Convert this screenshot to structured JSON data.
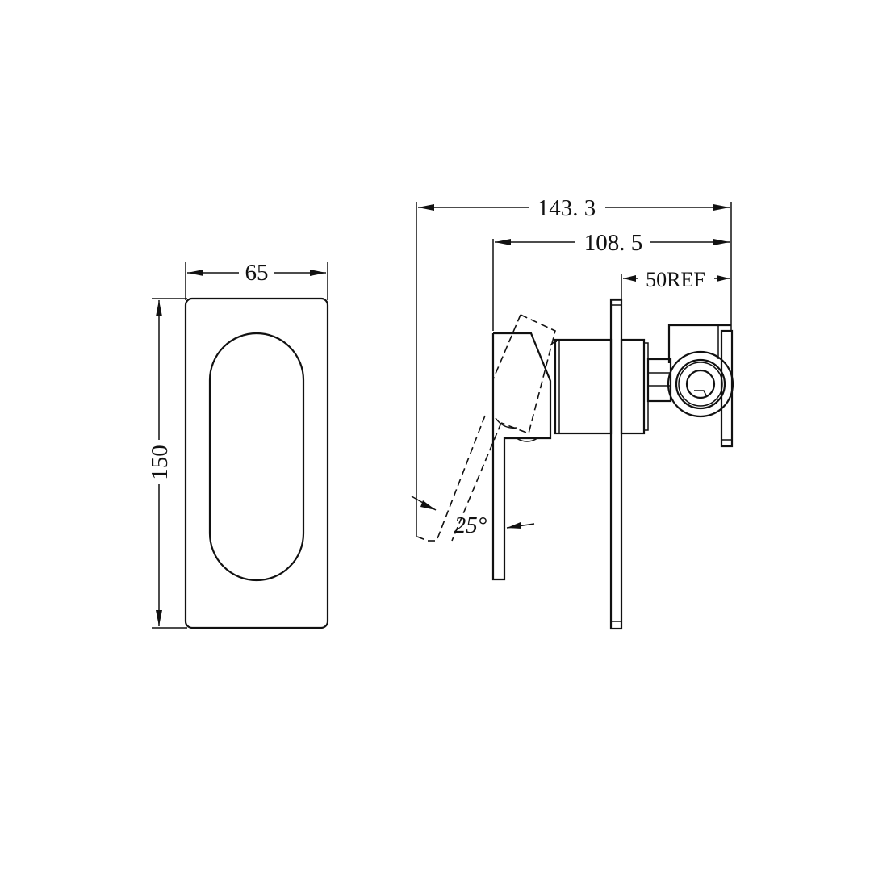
{
  "drawing": {
    "type": "technical drawing",
    "subject": "wall mixer with lever handle",
    "front_view": {
      "width_label": "65",
      "height_label": "150"
    },
    "side_view": {
      "overall_depth_label": "143. 3",
      "handle_to_wall_label": "108. 5",
      "body_ref_label": "50REF",
      "lever_angle_label": "25°"
    },
    "colors": {
      "line": "#111111",
      "background": "#ffffff"
    }
  }
}
